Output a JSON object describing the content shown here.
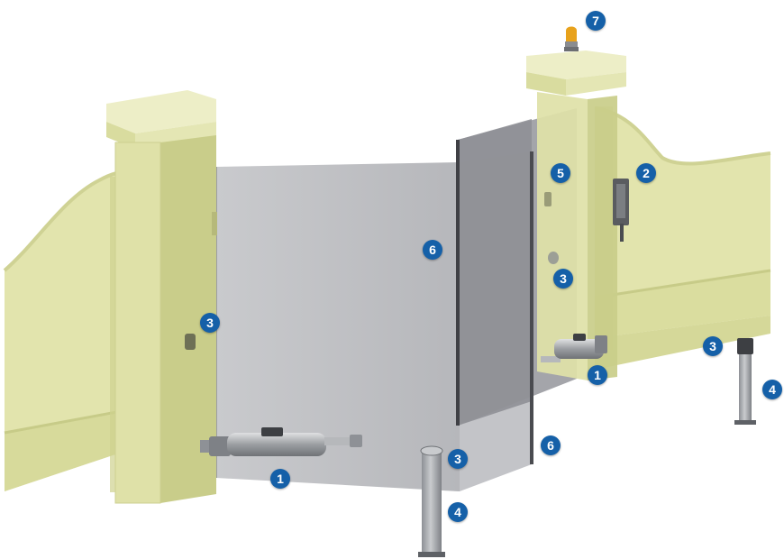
{
  "colors": {
    "wall_light": "#e7e8b6",
    "wall_mid": "#d9dc9c",
    "wall_shade": "#c4c883",
    "wall_dark": "#a9ae62",
    "gate_panel": "#bfc0c4",
    "gate_frame": "#4a4b50",
    "metal": "#a7aaae",
    "marker": "#1560a8",
    "lamp": "#e8a21c"
  },
  "icons": {
    "marker": "numbered-blue-circle",
    "lamp": "flashing-light-icon"
  },
  "markers": [
    {
      "id": "m7",
      "label": "7"
    },
    {
      "id": "m2",
      "label": "2"
    },
    {
      "id": "m5",
      "label": "5"
    },
    {
      "id": "m6a",
      "label": "6"
    },
    {
      "id": "m3a",
      "label": "3"
    },
    {
      "id": "m3b",
      "label": "3"
    },
    {
      "id": "m3c",
      "label": "3"
    },
    {
      "id": "m1a",
      "label": "1"
    },
    {
      "id": "m4a",
      "label": "4"
    },
    {
      "id": "m6b",
      "label": "6"
    },
    {
      "id": "m3d",
      "label": "3"
    },
    {
      "id": "m1b",
      "label": "1"
    },
    {
      "id": "m4b",
      "label": "4"
    }
  ]
}
